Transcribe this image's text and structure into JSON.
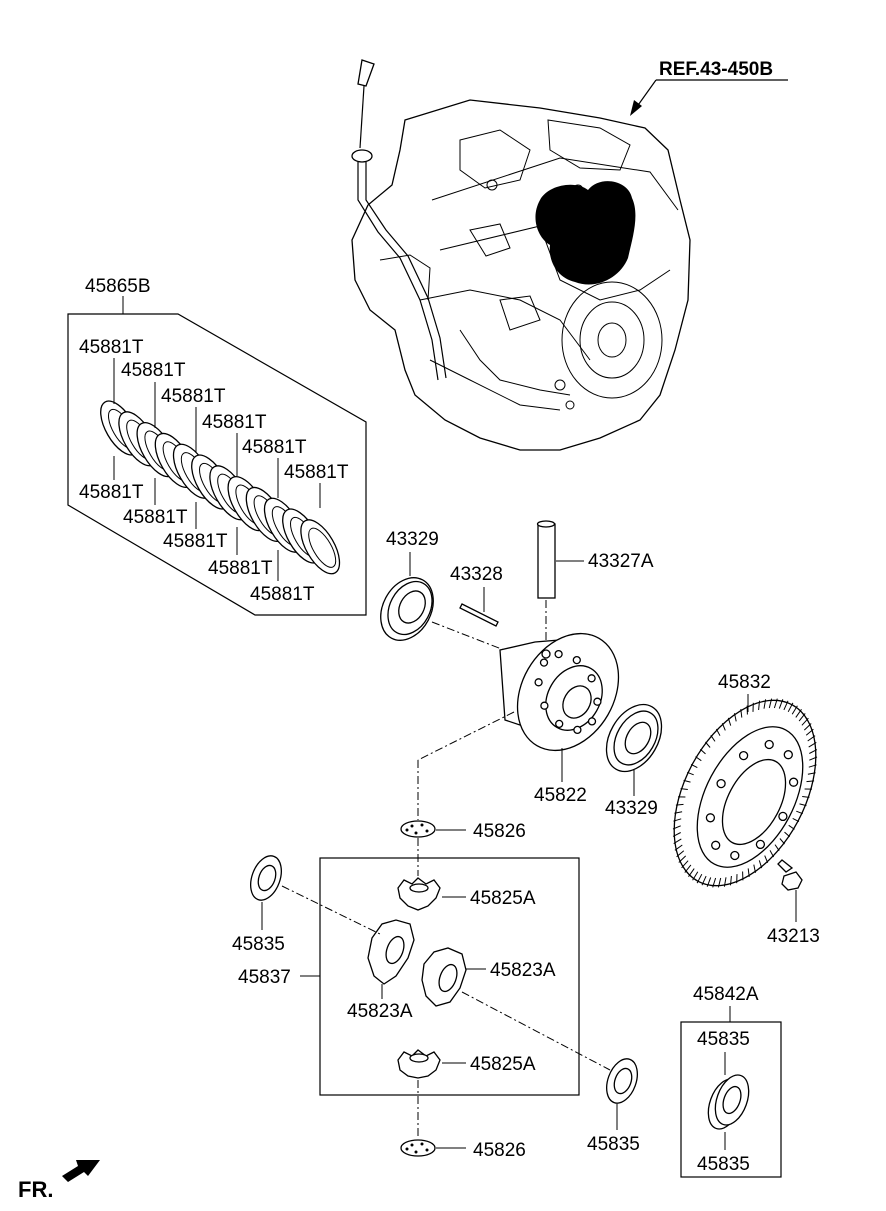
{
  "reference": {
    "label": "REF.43-450B"
  },
  "direction": {
    "label": "FR."
  },
  "labels": {
    "l45865B": "45865B",
    "r1": "45881T",
    "r2": "45881T",
    "r3": "45881T",
    "r4": "45881T",
    "r5": "45881T",
    "r6": "45881T",
    "s1": "45881T",
    "s2": "45881T",
    "s3": "45881T",
    "s4": "45881T",
    "s5": "45881T",
    "l43329a": "43329",
    "l43328": "43328",
    "l43327A": "43327A",
    "l45822": "45822",
    "l43329b": "43329",
    "l45832": "45832",
    "l45826a": "45826",
    "l45825Aa": "45825A",
    "l45835a": "45835",
    "l45837": "45837",
    "l45823Aa": "45823A",
    "l45823Ab": "45823A",
    "l45825Ab": "45825A",
    "l45826b": "45826",
    "l45835b": "45835",
    "l43213": "43213",
    "l45842A": "45842A",
    "l45835c": "45835",
    "l45835d": "45835"
  }
}
